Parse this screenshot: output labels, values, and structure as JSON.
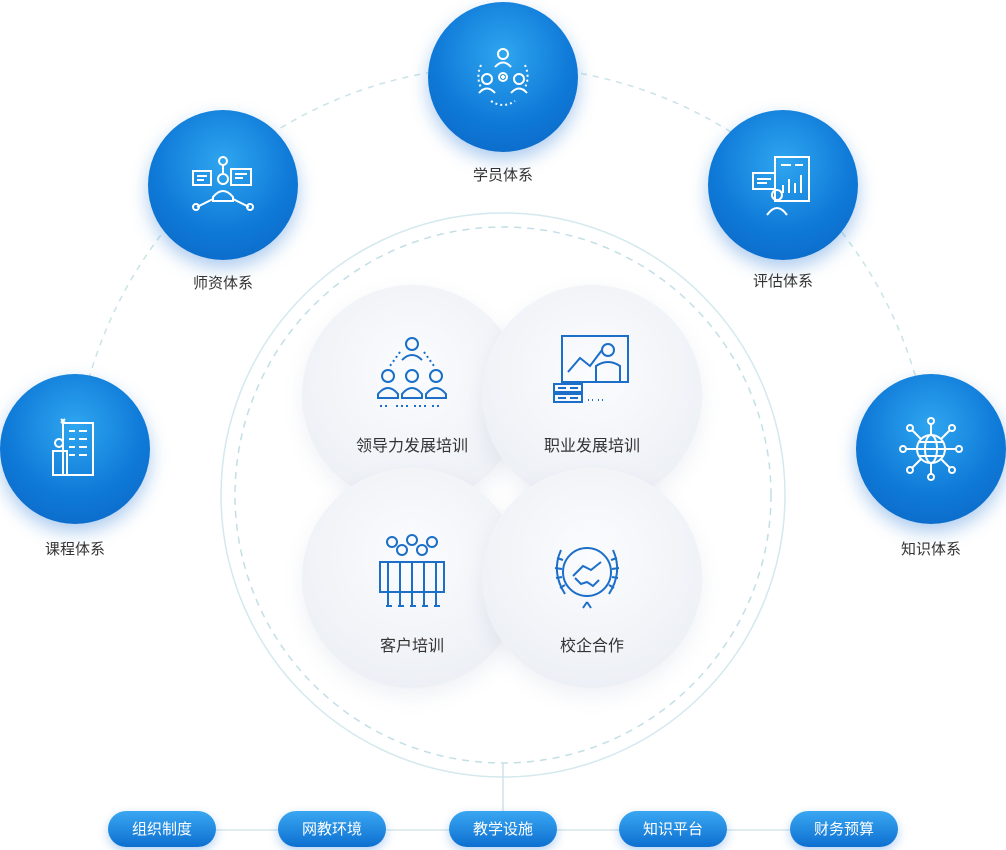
{
  "outer_nodes": [
    {
      "id": "student",
      "label": "学员体系",
      "icon": "people-network-icon"
    },
    {
      "id": "teacher",
      "label": "师资体系",
      "icon": "teacher-presentation-icon"
    },
    {
      "id": "eval",
      "label": "评估体系",
      "icon": "report-evaluation-icon"
    },
    {
      "id": "course",
      "label": "课程体系",
      "icon": "course-building-icon"
    },
    {
      "id": "knowledge",
      "label": "知识体系",
      "icon": "globe-network-icon"
    }
  ],
  "center_items": [
    {
      "label": "领导力发展培训",
      "icon": "leadership-team-icon"
    },
    {
      "label": "职业发展培训",
      "icon": "career-presentation-icon"
    },
    {
      "label": "客户培训",
      "icon": "customer-group-icon"
    },
    {
      "label": "校企合作",
      "icon": "handshake-laurel-icon"
    }
  ],
  "bottom_items": [
    "组织制度",
    "网教环境",
    "教学设施",
    "知识平台",
    "财务预算"
  ],
  "colors": {
    "accent": "#0f7ad8",
    "accent_light": "#2fa6f0",
    "icon_line": "#1b6fc8",
    "dashed": "#c5e0e6"
  }
}
